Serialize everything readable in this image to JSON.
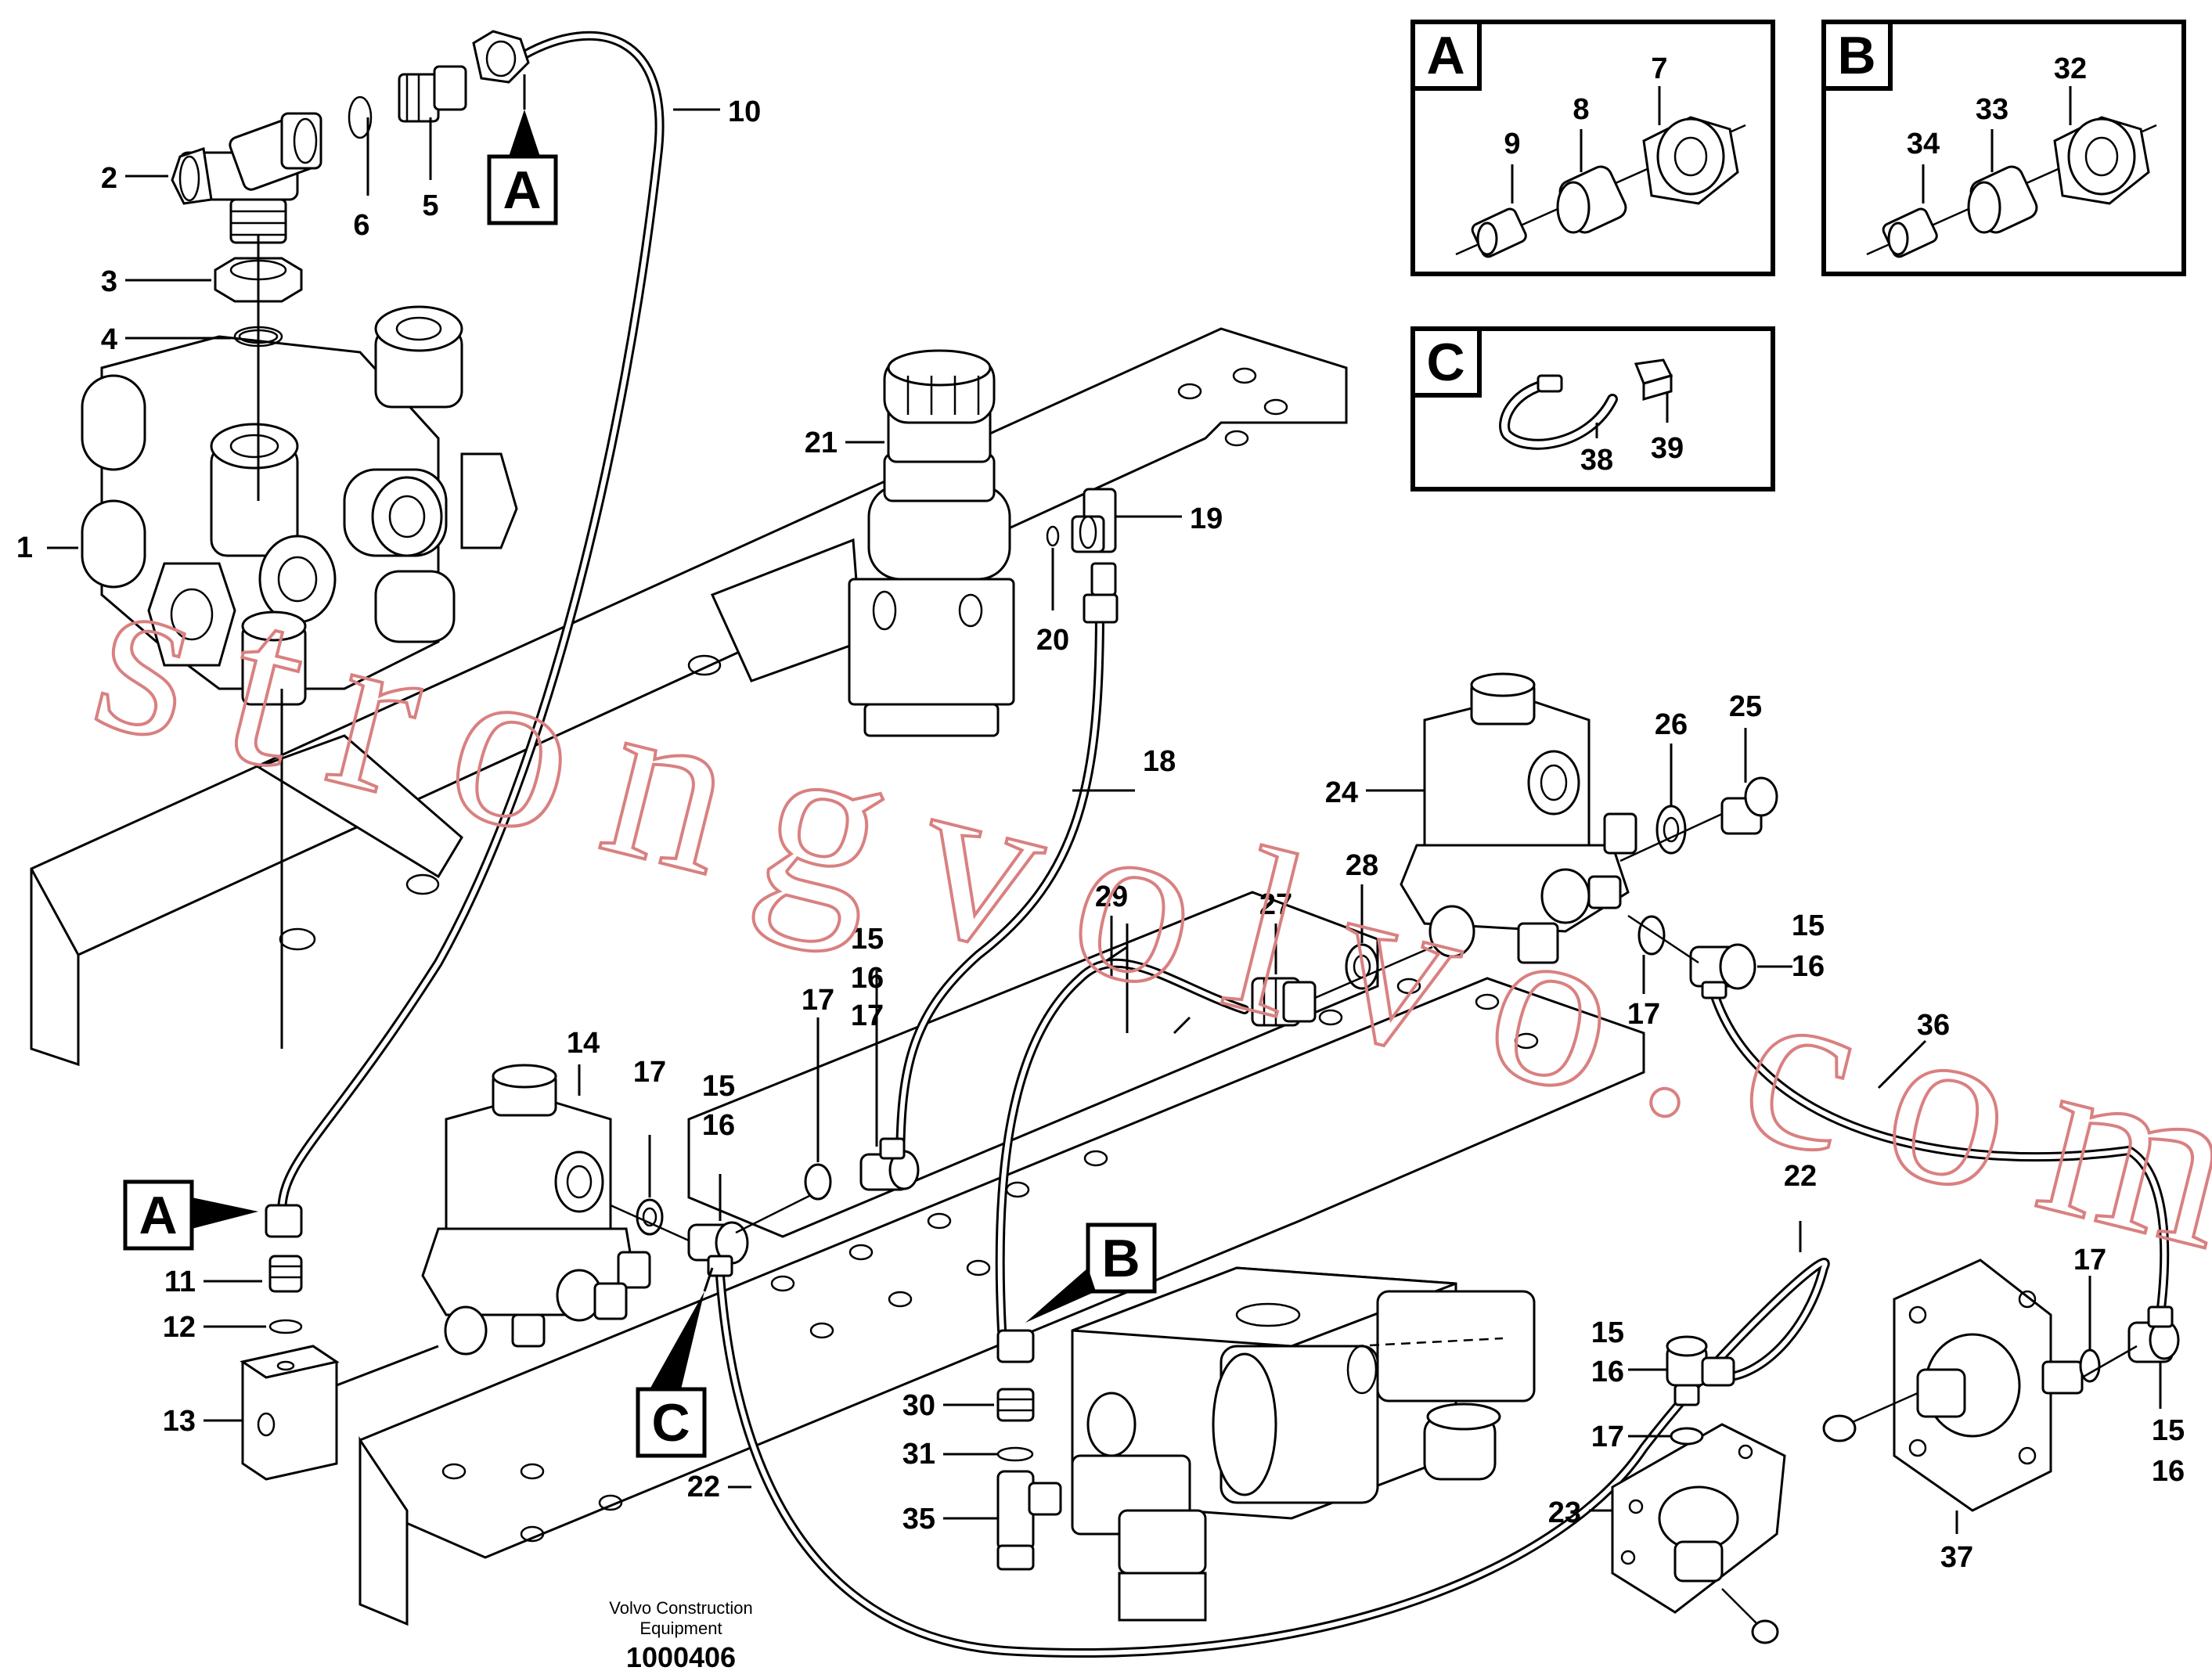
{
  "callouts": {
    "a1": "A",
    "a2": "A",
    "b1": "B",
    "c1": "C"
  },
  "detail_boxes": {
    "a": {
      "letter": "A",
      "parts": [
        "9",
        "8",
        "7"
      ]
    },
    "b": {
      "letter": "B",
      "parts": [
        "34",
        "33",
        "32"
      ]
    },
    "c": {
      "letter": "C",
      "parts": [
        "38",
        "39"
      ]
    }
  },
  "labels": {
    "p1": "1",
    "p2": "2",
    "p3": "3",
    "p4": "4",
    "p5": "5",
    "p6": "6",
    "p10": "10",
    "p11": "11",
    "p12": "12",
    "p13": "13",
    "p14": "14",
    "p15a": "15",
    "p15b": "15",
    "p15c": "15",
    "p15d": "15",
    "p15e": "15",
    "p16a": "16",
    "p16b": "16",
    "p16c": "16",
    "p16d": "16",
    "p16e": "16",
    "p17a": "17",
    "p17b": "17",
    "p17c": "17",
    "p17d": "17",
    "p17e": "17",
    "p17f": "17",
    "p18": "18",
    "p19": "19",
    "p20": "20",
    "p21": "21",
    "p22a": "22",
    "p22b": "22",
    "p23": "23",
    "p24": "24",
    "p25": "25",
    "p26": "26",
    "p27": "27",
    "p28": "28",
    "p29": "29",
    "p30": "30",
    "p31": "31",
    "p35": "35",
    "p36": "36",
    "p37": "37"
  },
  "watermark": "strongvolvo.com",
  "caption": {
    "line1": "Volvo Construction",
    "line2": "Equipment",
    "number": "1000406"
  },
  "colors": {
    "watermark": "#d98080",
    "ink": "#000000"
  }
}
